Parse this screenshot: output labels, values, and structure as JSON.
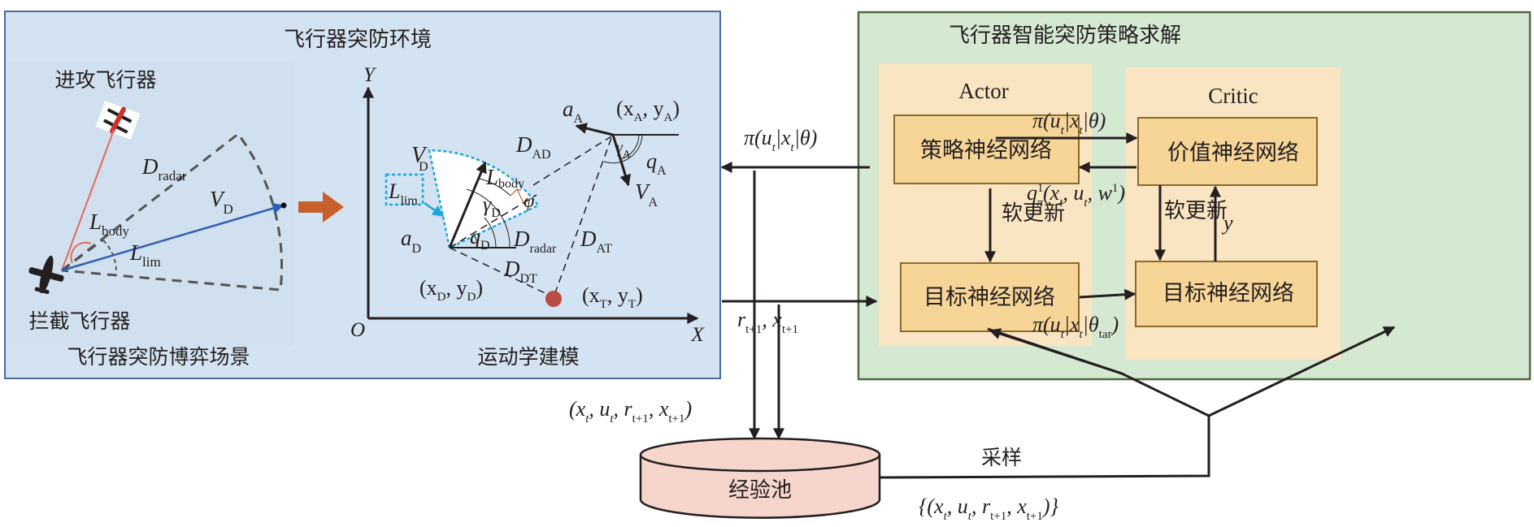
{
  "colors": {
    "env_panel_bg": "#d3e3f1",
    "env_panel_border": "#4a6aa0",
    "solver_panel_bg": "#d5e8d2",
    "solver_panel_border": "#4d6b3c",
    "group_bg": "#f9e5c2",
    "net_box_bg": "#f6d597",
    "net_box_border": "#8a6a2e",
    "pool_bg": "#f6d6cc",
    "arrow_orange": "#c8602c",
    "velocity_blue": "#2f5fb3",
    "los_red": "#e26b5a",
    "target_red": "#b94c45",
    "lim_blue": "#1ea7dc"
  },
  "env_panel": {
    "title": "飞行器突防环境",
    "scene": {
      "attacker_label": "进攻飞行器",
      "interceptor_label": "拦截飞行器",
      "caption": "飞行器突防博弈场景",
      "d_radar": {
        "main": "D",
        "sub": "radar"
      },
      "v_d": {
        "main": "V",
        "sub": "D"
      },
      "l_body": {
        "main": "L",
        "sub": "body"
      },
      "l_lim": {
        "main": "L",
        "sub": "lim"
      }
    },
    "kinematics": {
      "caption": "运动学建模",
      "axis_x": "X",
      "axis_y": "Y",
      "origin": "O",
      "a_a": {
        "main": "a",
        "sub": "A"
      },
      "pos_a": {
        "pre": "(x",
        "s1": "A",
        "mid": ", y",
        "s2": "A",
        "post": ")"
      },
      "d_ad": {
        "main": "D",
        "sub": "AD"
      },
      "gamma_a": {
        "main": "γ",
        "sub": "A"
      },
      "q_a": {
        "main": "q",
        "sub": "A"
      },
      "v_a": {
        "main": "V",
        "sub": "A"
      },
      "v_d": {
        "main": "V",
        "sub": "D"
      },
      "l_body": {
        "main": "L",
        "sub": "body"
      },
      "l_lim": {
        "main": "L",
        "sub": "lim"
      },
      "gamma_d": {
        "main": "γ",
        "sub": "D"
      },
      "phi": "φ",
      "q_d": {
        "main": "q",
        "sub": "D"
      },
      "a_d": {
        "main": "a",
        "sub": "D"
      },
      "d_radar": {
        "main": "D",
        "sub": "radar"
      },
      "d_at": {
        "main": "D",
        "sub": "AT"
      },
      "d_dt": {
        "main": "D",
        "sub": "DT"
      },
      "pos_d": {
        "pre": "(x",
        "s1": "D",
        "mid": ", y",
        "s2": "D",
        "post": ")"
      },
      "pos_t": {
        "pre": "(x",
        "s1": "T",
        "mid": ", y",
        "s2": "T",
        "post": ")"
      }
    }
  },
  "links": {
    "policy_out": {
      "a": "π(u",
      "s1": "t",
      "b": "|x",
      "s2": "t",
      "c": "|θ)"
    },
    "reward_next": {
      "a": "r",
      "s1": "t+1",
      "b": ", x",
      "s2": "t+1"
    },
    "transition": {
      "a": "(x",
      "s1": "t",
      "b": ", u",
      "s2": "t",
      "c": ", r",
      "s3": "t+1",
      "d": ", x",
      "s4": "t+1",
      "e": ")"
    },
    "sample_label": "采样",
    "sample_set": {
      "a": "{(x",
      "s1": "t",
      "b": ", u",
      "s2": "t",
      "c": ", r",
      "s3": "t+1",
      "d": ", x",
      "s4": "t+1",
      "e": ")}"
    }
  },
  "replay_pool": {
    "label": "经验池"
  },
  "solver_panel": {
    "title": "飞行器智能突防策略求解",
    "actor": {
      "title": "Actor",
      "policy_net": "策略神经网络",
      "target_net": "目标神经网络",
      "soft_update": "软更新"
    },
    "critic": {
      "title": "Critic",
      "value_net": "价值神经网络",
      "target_net": "目标神经网络",
      "soft_update": "软更新",
      "y_label": "y"
    },
    "policy_to_value": {
      "a": "π(u",
      "s1": "t",
      "b": "|x",
      "s2": "t",
      "c": "|θ)"
    },
    "q_feedback": {
      "a": "q",
      "sup": "1",
      "sub": "π",
      "b": "(x",
      "s1": "t",
      "c": ", u",
      "s2": "t",
      "d": ", w",
      "sup2": "1",
      "e": ")"
    },
    "target_link": {
      "a": "π(u",
      "s1": "t",
      "b": "|x",
      "s2": "t",
      "c": "|θ",
      "s3": "tar",
      "d": ")"
    }
  }
}
